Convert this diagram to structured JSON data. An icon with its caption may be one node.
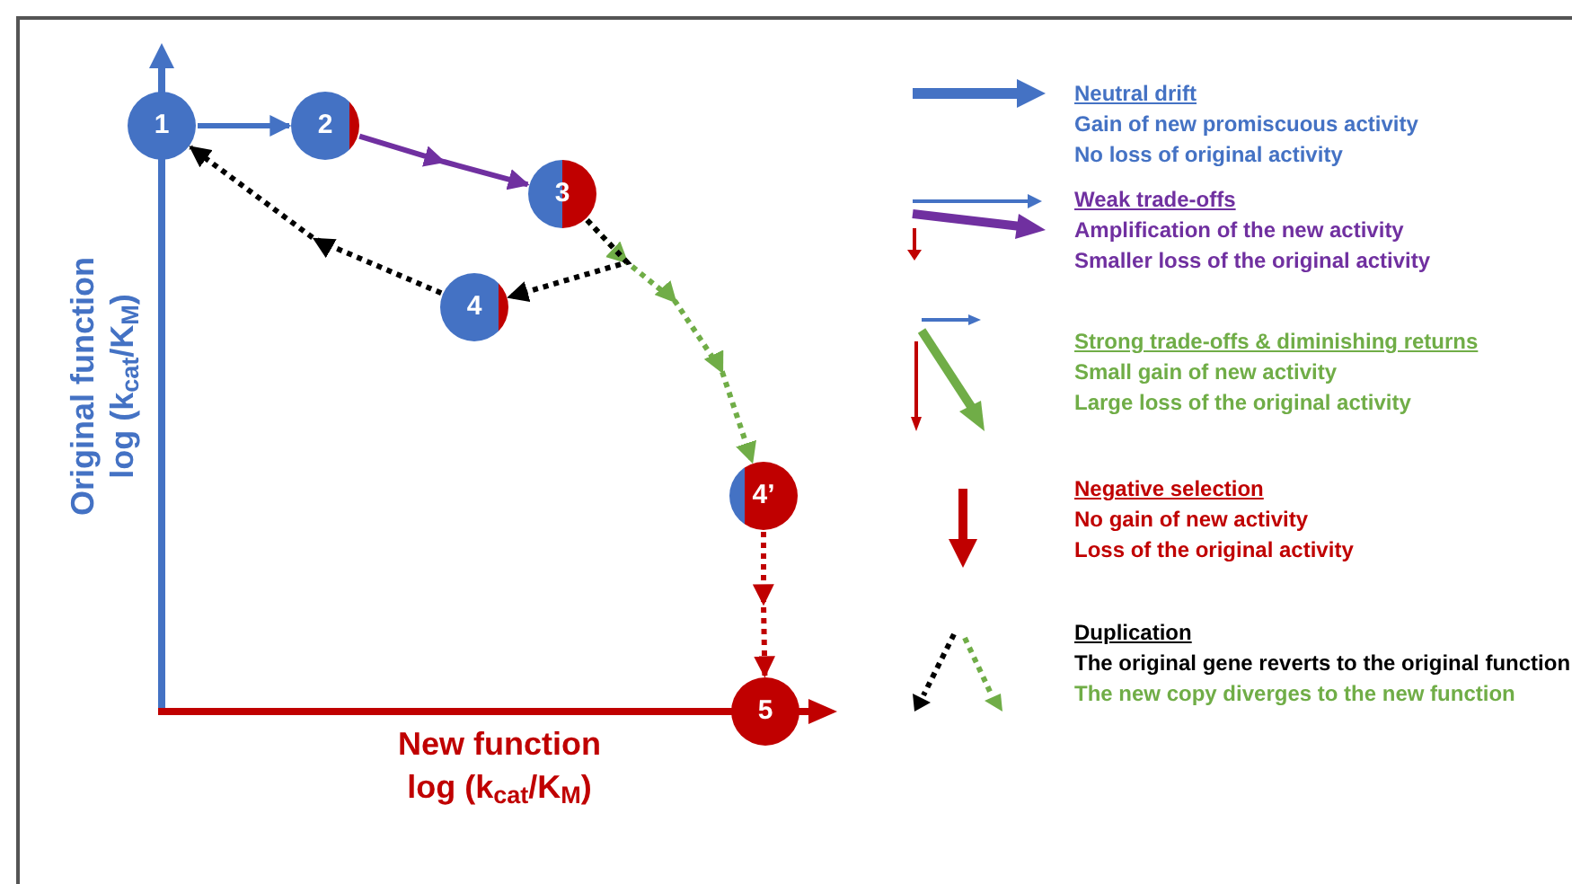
{
  "diagram": {
    "nodes": [
      {
        "text": [
          "1"
        ]
      },
      {
        "text": [
          "2"
        ]
      },
      {
        "text": [
          "3"
        ]
      },
      {
        "text": [
          "4"
        ]
      },
      {
        "text": [
          "4’"
        ]
      },
      {
        "text": [
          "5"
        ]
      }
    ],
    "edges": [
      {
        "from": 0,
        "to": 1,
        "arrow": "to",
        "color": "#4472c4"
      },
      {
        "from": 1,
        "to": 2,
        "arrow": "to",
        "color": "#7030a0"
      },
      {
        "from": 2,
        "to": 4,
        "arrow": "to",
        "style": "dashed",
        "color": "#70ad47"
      },
      {
        "from": 2,
        "to": 3,
        "arrow": "to",
        "style": "dashed"
      },
      {
        "from": 3,
        "to": 0,
        "arrow": "to",
        "style": "dashed"
      },
      {
        "from": 4,
        "to": 5,
        "arrow": "to",
        "style": "dashed",
        "color": "#c00000"
      }
    ],
    "labels": [
      "Original function",
      "log (k$_{cat}$/K$_{M}$)",
      "New function",
      "log (k$_{cat}$/K$_{M}$)",
      "Gain of new promiscuous activity",
      "No loss of original activity",
      "Amplification of the new activity",
      "Smaller loss of the original activity",
      "Small gain of new activity",
      "Large loss of the original activity",
      "No gain of new activity",
      "Loss of the original activity",
      "The original gene reverts to the original function",
      "The new copy diverges to the new function"
    ],
    "legend": [
      {
        "text": "Neutral drift"
      },
      {
        "text": "Weak trade-offs"
      },
      {
        "text": "Strong trade-offs & diminishing returns"
      },
      {
        "text": "Negative selection"
      },
      {
        "text": "Duplication"
      }
    ]
  }
}
